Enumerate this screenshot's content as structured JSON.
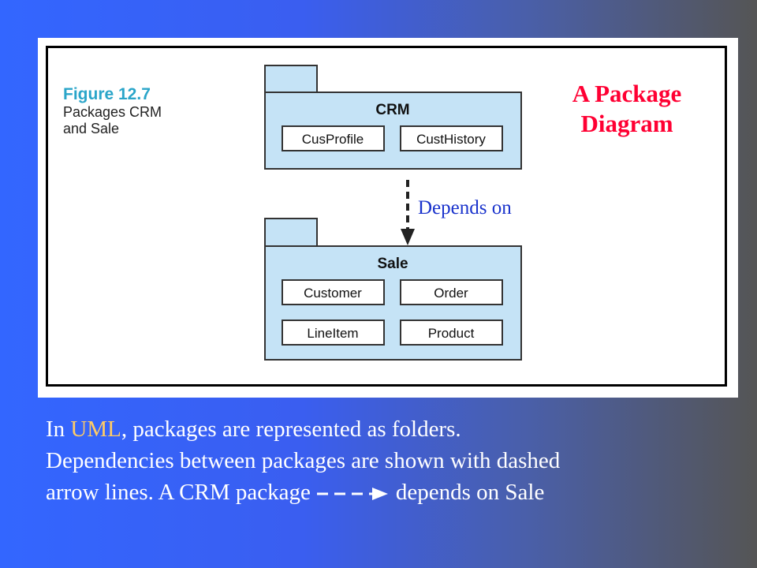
{
  "figure": {
    "caption_title": "Figure 12.7",
    "caption_text": "Packages CRM\nand Sale"
  },
  "diagram": {
    "packages": [
      {
        "id": "crm",
        "name": "CRM",
        "classes": [
          "CusProfile",
          "CustHistory"
        ]
      },
      {
        "id": "sale",
        "name": "Sale",
        "classes": [
          "Customer",
          "Order",
          "LineItem",
          "Product"
        ]
      }
    ],
    "dependency": {
      "from": "CRM",
      "to": "Sale",
      "label": "Depends on"
    }
  },
  "slide_title": "A Package\nDiagram",
  "body": {
    "line1_prefix": "In ",
    "line1_highlight": "UML",
    "line1_suffix": ", packages are represented as folders.",
    "line2": "Dependencies between packages are shown with dashed",
    "line3_prefix": "arrow lines.   A CRM package",
    "line3_suffix": "depends on Sale"
  },
  "colors": {
    "package_fill": "#c5e3f6",
    "title_red": "#ff0033",
    "label_blue": "#1a33cc",
    "highlight": "#ffcc66"
  }
}
